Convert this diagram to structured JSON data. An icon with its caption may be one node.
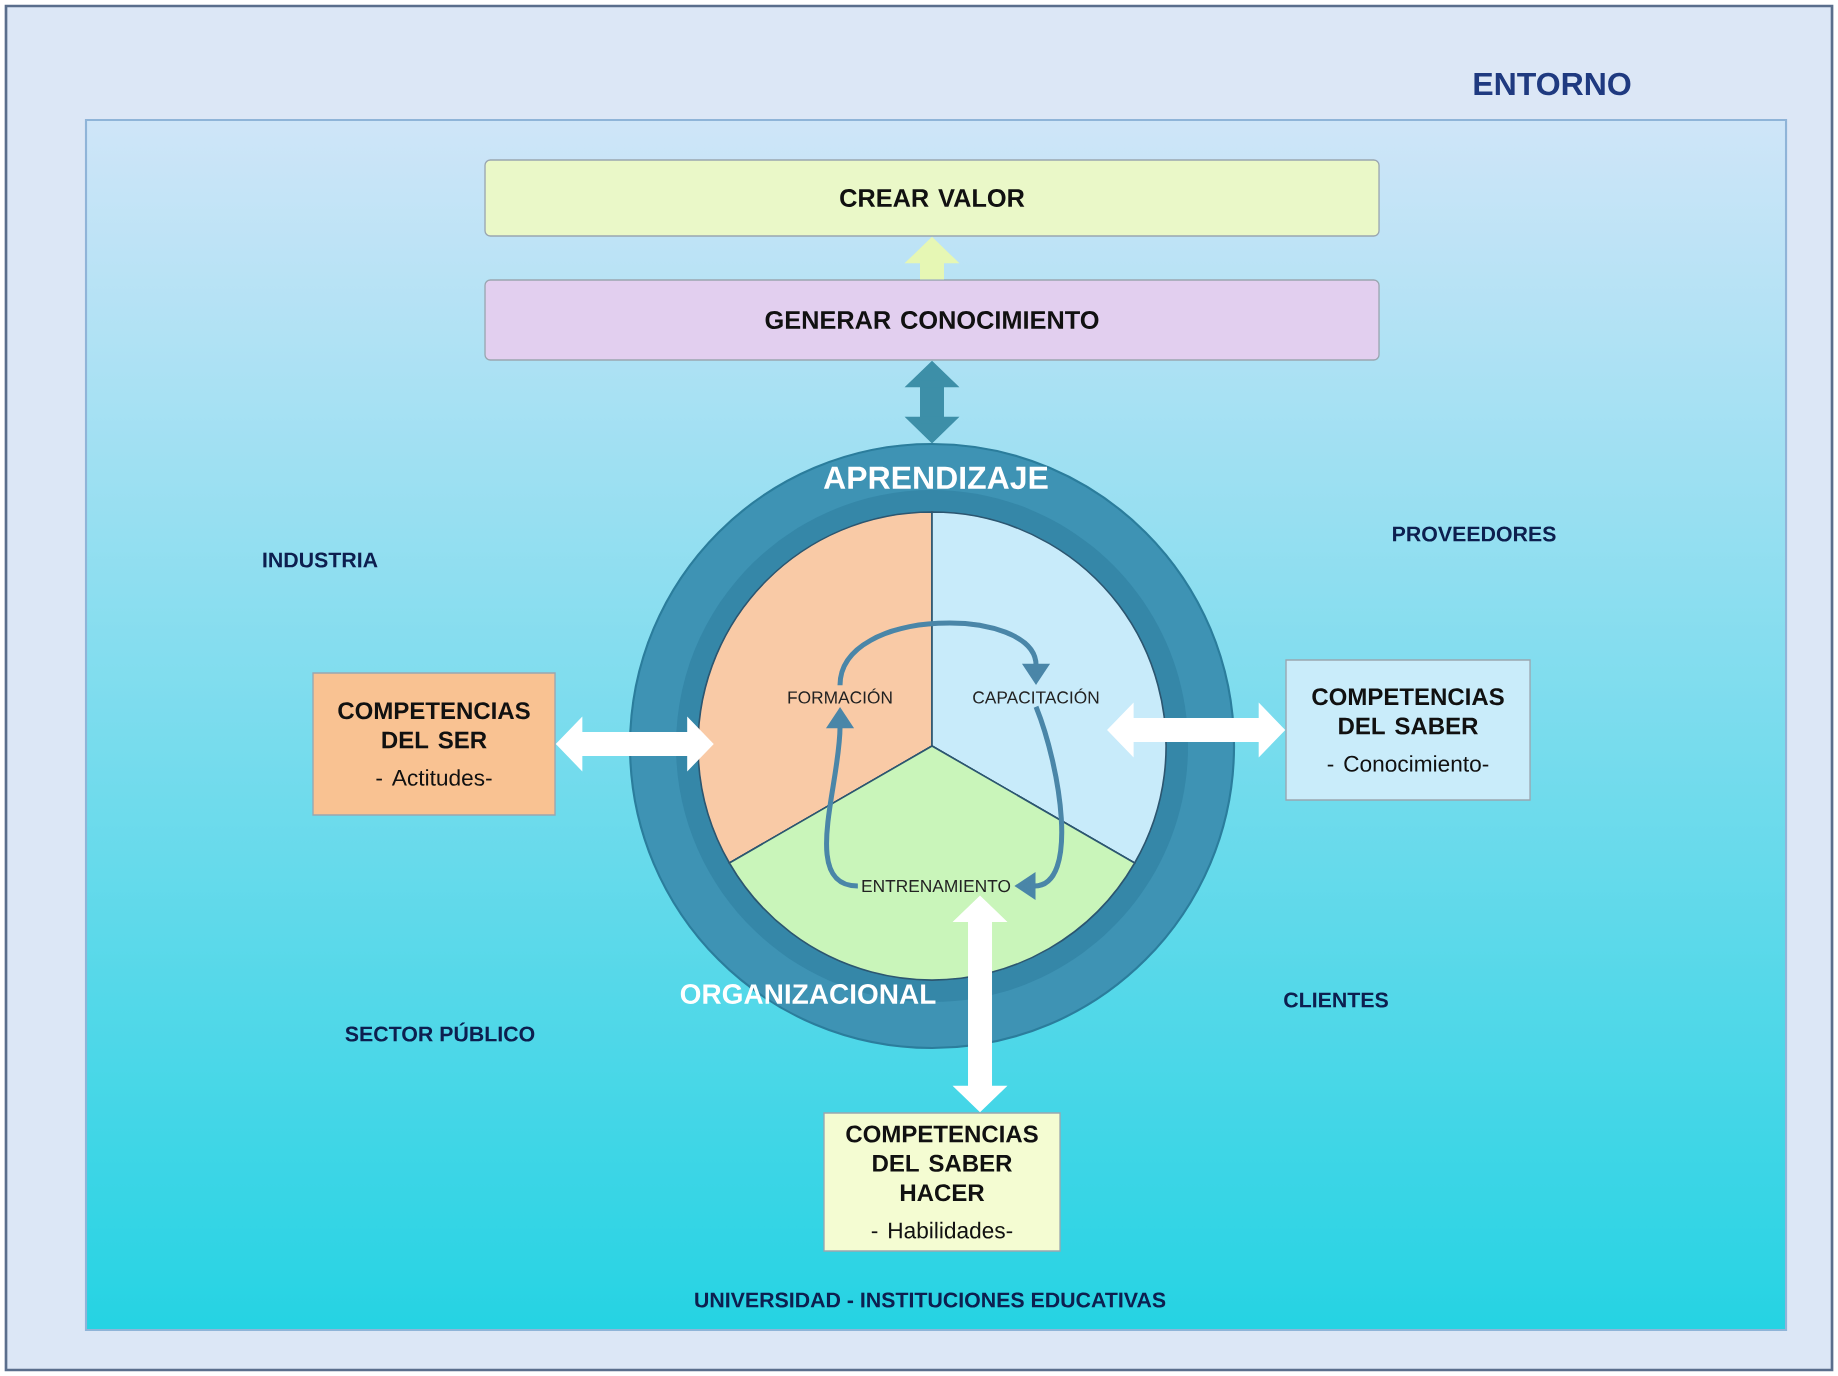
{
  "diagram": {
    "nodes": [
      {
        "text": [
          "ENTORNO"
        ]
      },
      {
        "text": [
          "CREAR VALOR"
        ],
        "in": 0
      },
      {
        "text": [
          "GENERAR CONOCIMIENTO"
        ],
        "in": 0
      },
      {
        "text": [
          "APRENDIZAJE",
          "ORGANIZACIONAL"
        ],
        "in": 0
      },
      {
        "text": [
          "FORMACIÓN"
        ],
        "in": 3
      },
      {
        "text": [
          "CAPACITACIÓN"
        ],
        "in": 3
      },
      {
        "text": [
          "ENTRENAMIENTO"
        ],
        "in": 3
      },
      {
        "text": [
          "COMPETENCIAS DEL SER",
          "- Actitudes-"
        ],
        "in": 0
      },
      {
        "text": [
          "COMPETENCIAS DEL SABER",
          "- Conocimiento-"
        ],
        "in": 0
      },
      {
        "text": [
          "COMPETENCIAS DEL SABER HACER",
          "- Habilidades-"
        ],
        "in": 0
      }
    ],
    "edges": [
      {
        "from": 2,
        "to": 1,
        "arrow": "to",
        "color": "#e6f7b4"
      },
      {
        "from": 2,
        "to": 3,
        "arrow": "both",
        "color": "#3d8fa8"
      },
      {
        "from": 7,
        "to": 4,
        "arrow": "both"
      },
      {
        "from": 8,
        "to": 5,
        "arrow": "both"
      },
      {
        "from": 9,
        "to": 6,
        "arrow": "both"
      },
      {
        "from": 4,
        "to": 5,
        "arrow": "to",
        "color": "#4a86a8"
      },
      {
        "from": 5,
        "to": 6,
        "arrow": "to",
        "color": "#4a86a8"
      },
      {
        "from": 6,
        "to": 4,
        "arrow": "to",
        "color": "#4a86a8"
      }
    ],
    "labels": [
      "INDUSTRIA",
      "PROVEEDORES",
      "SECTOR PÚBLICO",
      "CLIENTES",
      "UNIVERSIDAD - INSTITUCIONES EDUCATIVAS"
    ]
  }
}
